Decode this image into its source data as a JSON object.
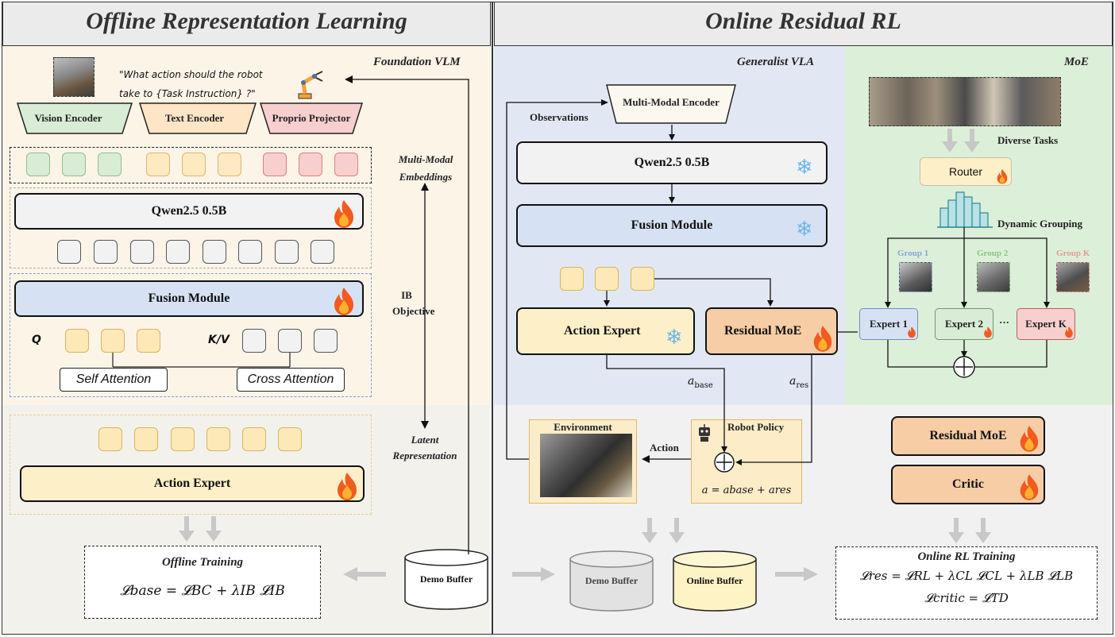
{
  "headers": {
    "left": "Offline Representation Learning",
    "right": "Online Residual RL"
  },
  "left": {
    "panel_title": "Foundation VLM",
    "prompt_text": "\"What action should the robot take to {Task Instruction} ?\"",
    "encoders": [
      "Vision Encoder",
      "Text Encoder",
      "Proprio Projector"
    ],
    "multimodal_label": "Multi-Modal Embeddings",
    "qwen_label": "Qwen2.5 0.5B",
    "fusion_label": "Fusion Module",
    "ib_label": "IB Objective",
    "q_label": "Q",
    "kv_label": "K/V",
    "self_attention": "Self Attention",
    "cross_attention": "Cross Attention",
    "latent_label": "Latent Representation",
    "action_expert_label": "Action Expert",
    "offline_training_title": "Offline Training",
    "offline_loss": "𝓛base = 𝓛BC + λIB 𝓛IB",
    "demo_buffer": "Demo Buffer"
  },
  "middle": {
    "panel_title": "Generalist VLA",
    "mm_encoder": "Multi-Modal Encoder",
    "observations": "Observations",
    "qwen_label": "Qwen2.5 0.5B",
    "fusion_label": "Fusion Module",
    "action_expert_label": "Action Expert",
    "residual_moe_label": "Residual MoE",
    "a_base": "a",
    "a_base_sub": "base",
    "a_res": "a",
    "a_res_sub": "res",
    "environment": "Environment",
    "action": "Action",
    "robot_policy": "Robot Policy",
    "policy_eq": "a = abase + ares",
    "demo_buffer": "Demo Buffer",
    "online_buffer": "Online Buffer"
  },
  "right": {
    "panel_title": "MoE",
    "diverse_tasks": "Diverse Tasks",
    "router": "Router",
    "dynamic_grouping": "Dynamic Grouping",
    "groups": [
      "Group 1",
      "Group 2",
      "Group K"
    ],
    "experts": [
      "Expert 1",
      "Expert 2",
      "Expert K"
    ],
    "ellipsis": "···",
    "residual_moe_label": "Residual MoE",
    "critic_label": "Critic",
    "online_training_title": "Online RL Training",
    "loss_res": "𝓛res = 𝓛RL + λCL 𝓛CL + λLB 𝓛LB",
    "loss_critic": "𝓛critic = 𝓛TD"
  },
  "colors": {
    "left_bg": "#fdf3e6",
    "middle_bg": "#e1e7f3",
    "right_bg": "#dcefd9",
    "bottom_bg": "#f1f1f1",
    "fusion_blue": "#d6e2f3",
    "action_yellow": "#fdefc8",
    "moe_orange": "#f7cda5"
  }
}
